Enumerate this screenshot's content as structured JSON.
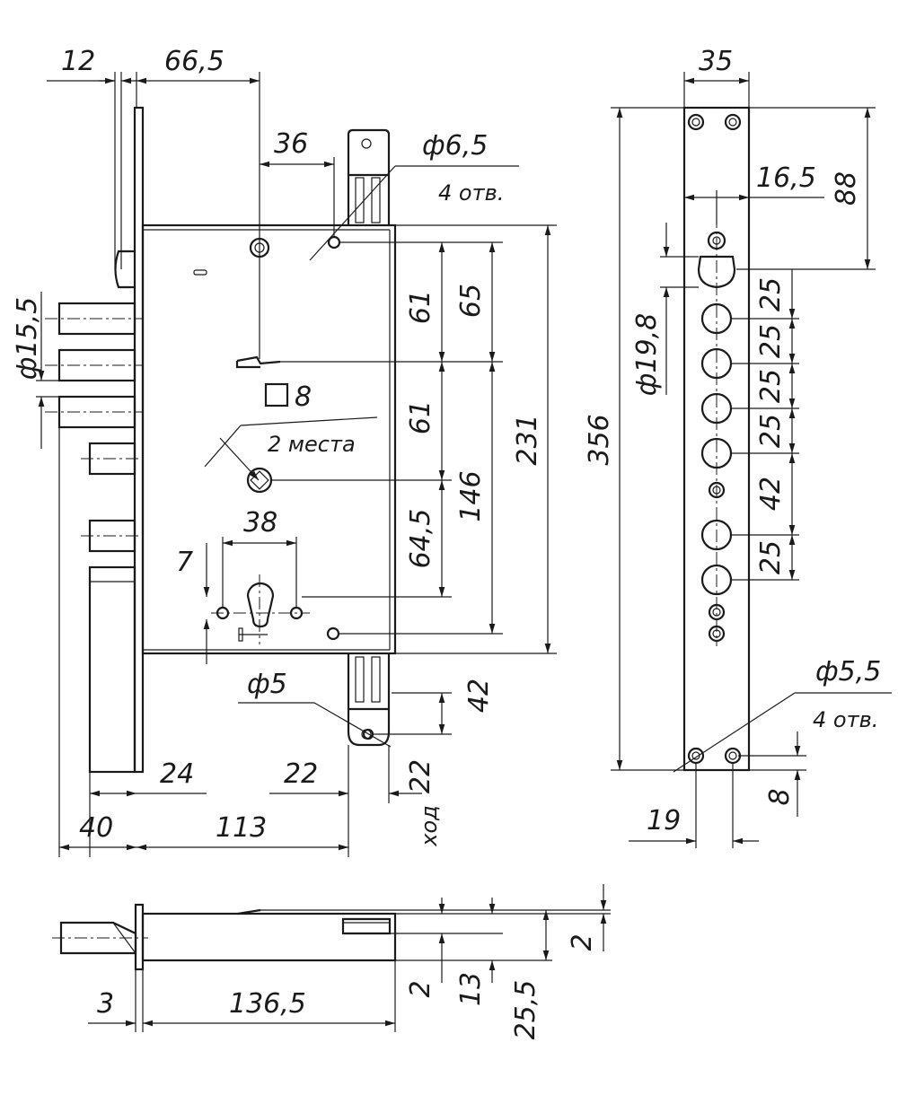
{
  "dimensions": {
    "d12": "12",
    "d66_5": "66,5",
    "d36": "36",
    "phi6_5": "ф6,5",
    "holes4_top": "4 отв.",
    "phi15_5": "ф15,5",
    "d61_a": "61",
    "d65": "65",
    "sq8": "8",
    "d61_b": "61",
    "places2": "2 места",
    "d231": "231",
    "d356": "356",
    "d146": "146",
    "d64_5": "64,5",
    "d38": "38",
    "d7": "7",
    "phi5": "ф5",
    "d42_main": "42",
    "d24": "24",
    "d22_h": "22",
    "d22_v": "22",
    "stroke_label": "ход",
    "d40": "40",
    "d113": "113",
    "d35": "35",
    "d16_5": "16,5",
    "d88": "88",
    "phi19_8": "ф19,8",
    "strike_pitch": [
      "25",
      "25",
      "25",
      "25",
      "42",
      "25"
    ],
    "phi5_5": "ф5,5",
    "holes4_bottom": "4 отв.",
    "d19": "19",
    "d8": "8",
    "d3": "3",
    "d136_5": "136,5",
    "d2_a": "2",
    "d13": "13",
    "d25_5": "25,5",
    "d2_b": "2"
  }
}
